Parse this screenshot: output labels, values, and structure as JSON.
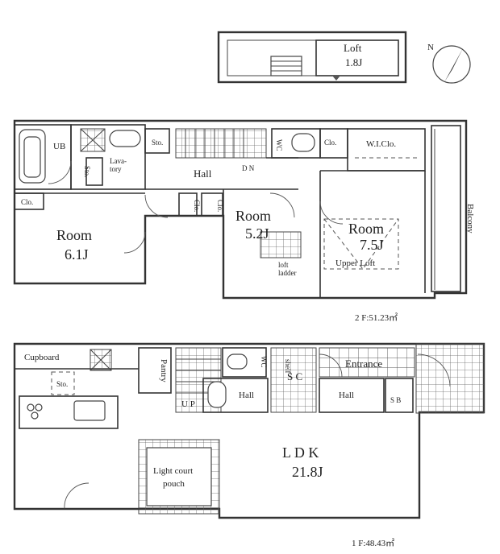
{
  "labels": {
    "loft": "Loft",
    "loft_size": "1.8J",
    "ub": "UB",
    "lavatory": "Lava-\ntory",
    "sto_bath": "Sto.",
    "sto_stair2": "Sto.",
    "hall2": "Hall",
    "dn": "D N",
    "wc2": "WC",
    "clo_top": "Clo.",
    "wic": "W.I.Clo.",
    "balcony": "Balcony",
    "clo_left": "Clo.",
    "clo_mid1": "Clo.",
    "clo_mid2": "Clo.",
    "room_a": "Room",
    "room_a_size": "6.1J",
    "room_b": "Room",
    "room_b_size": "5.2J",
    "room_c": "Room",
    "room_c_size": "7.5J",
    "upper_loft": "Upper Loft",
    "loft_ladder": "loft\nladder",
    "floor2_area": "2 F:51.23㎡",
    "cupboard": "Cupboard",
    "sto_kitchen": "Sto.",
    "pantry": "Pantry",
    "wc1": "WC",
    "shelf": "shelf",
    "sc": "S C",
    "entrance": "Entrance",
    "hall1a": "Hall",
    "hall1b": "Hall",
    "sb": "S B",
    "up": "U P",
    "ldk": "L D K",
    "ldk_size": "21.8J",
    "light_court": "Light court",
    "porch": "pouch",
    "floor1_area": "1 F:48.43㎡"
  },
  "compass_icon": "north-arrow-icon"
}
